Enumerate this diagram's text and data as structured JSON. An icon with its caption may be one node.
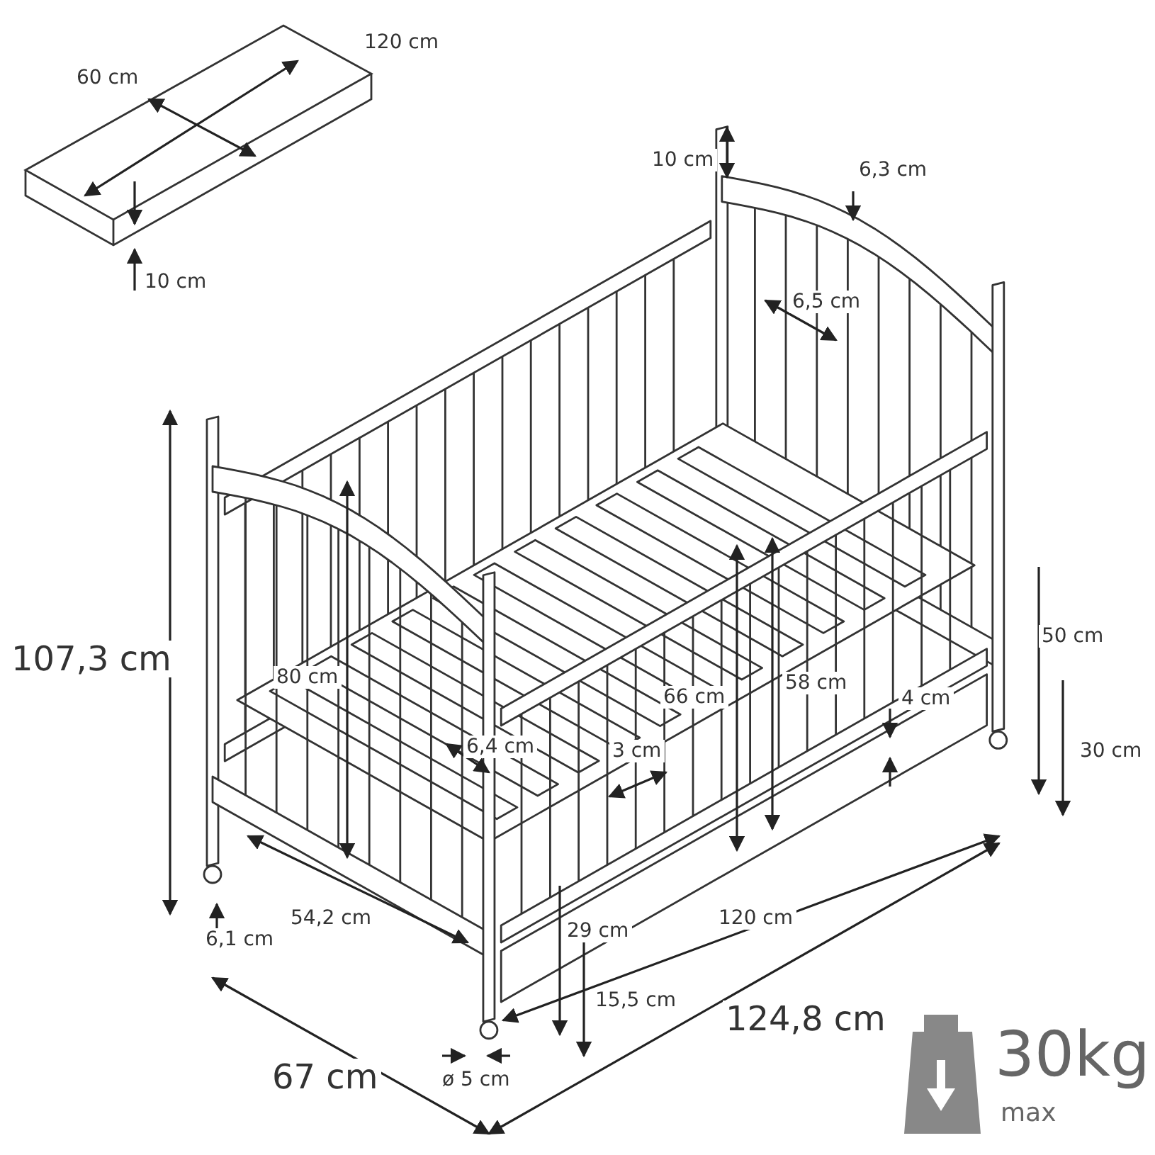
{
  "diagram": {
    "labels": [
      "120 cm",
      "60 cm",
      "10 cm",
      "6,3 cm",
      "10 cm",
      "6,5 cm",
      "50 cm",
      "107,3 cm",
      "80 cm",
      "66 cm",
      "58 cm",
      "4 cm",
      "6,4 cm",
      "3 cm",
      "30 cm",
      "6,1 cm",
      "54,2 cm",
      "29 cm",
      "120 cm",
      "15,5 cm",
      "124,8 cm",
      "67 cm",
      "ø 5 cm",
      "30kg",
      "max"
    ]
  }
}
